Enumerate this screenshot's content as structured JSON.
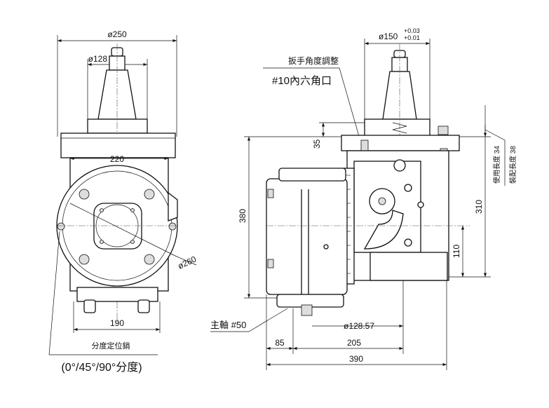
{
  "left_view": {
    "dim_outer": "ø250",
    "dim_holder": "ø128",
    "dim_base": "220",
    "dim_circle": "ø260",
    "dim_bottom": "190",
    "label_pin": "分度定位銷",
    "label_index": "(0°/45°/90°分度)"
  },
  "right_view": {
    "dim_flange": "ø150",
    "tol_upper": "+0.03",
    "tol_lower": "+0.01",
    "label_wrench": "扳手角度調整",
    "label_hex": "#10內六角口",
    "dim_35": "35",
    "dim_380": "380",
    "dim_310": "310",
    "dim_110": "110",
    "label_use_length": "使用長度 34",
    "label_assembly_length": "裝配長度 38",
    "label_spindle": "主軸 #50",
    "dim_pcd": "ø128.57",
    "dim_85": "85",
    "dim_205": "205",
    "dim_390": "390"
  }
}
